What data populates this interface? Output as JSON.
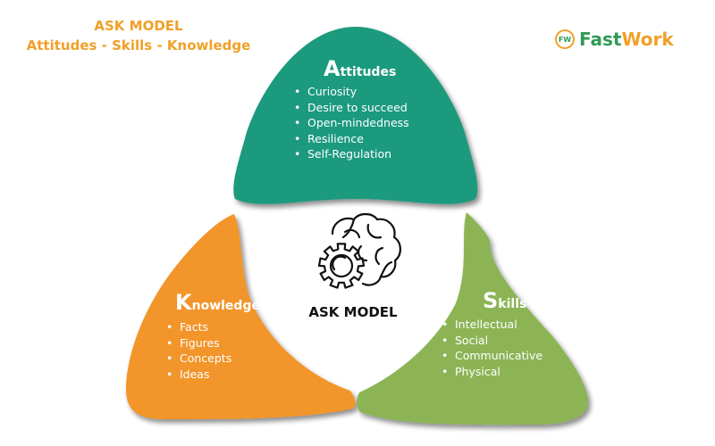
{
  "header": {
    "title": "ASK MODEL",
    "subtitle": "Attitudes - Skills - Knowledge"
  },
  "brand": {
    "logo_text": "FW",
    "name_part1": "Fast",
    "name_part2": "Work"
  },
  "petals": {
    "attitudes": {
      "initial": "A",
      "rest": "ttitudes",
      "color": "#1d9a7e",
      "items": [
        "Curiosity",
        "Desire to succeed",
        "Open-mindedness",
        "Resilience",
        "Self-Regulation"
      ]
    },
    "knowledge": {
      "initial": "K",
      "rest": "nowledge",
      "color": "#f2952c",
      "items": [
        "Facts",
        "Figures",
        "Concepts",
        "Ideas"
      ]
    },
    "skills": {
      "initial": "S",
      "rest": "kills",
      "color": "#8cb454",
      "items": [
        "Intellectual",
        "Social",
        "Communicative",
        "Physical"
      ]
    }
  },
  "center": {
    "label": "ASK MODEL",
    "icon": "brain-gear-icon"
  }
}
